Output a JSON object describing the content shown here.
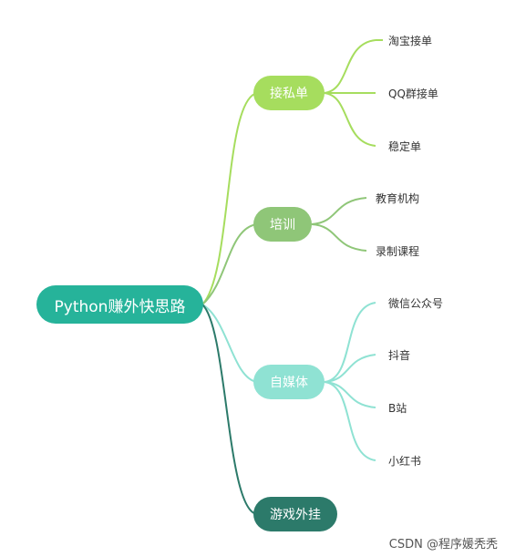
{
  "root": {
    "label": "Python赚外快思路",
    "color": "#26b39a"
  },
  "branches": [
    {
      "label": "接私单",
      "color": "#a6dd5e",
      "leaves": [
        "淘宝接单",
        "QQ群接单",
        "稳定单"
      ]
    },
    {
      "label": "培训",
      "color": "#8fc678",
      "leaves": [
        "教育机构",
        "录制课程"
      ]
    },
    {
      "label": "自媒体",
      "color": "#8fe2d3",
      "leaves": [
        "微信公众号",
        "抖音",
        "B站",
        "小红书"
      ]
    },
    {
      "label": "游戏外挂",
      "color": "#2c7a6a",
      "leaves": []
    }
  ],
  "watermark": "CSDN @程序媛秃秃"
}
